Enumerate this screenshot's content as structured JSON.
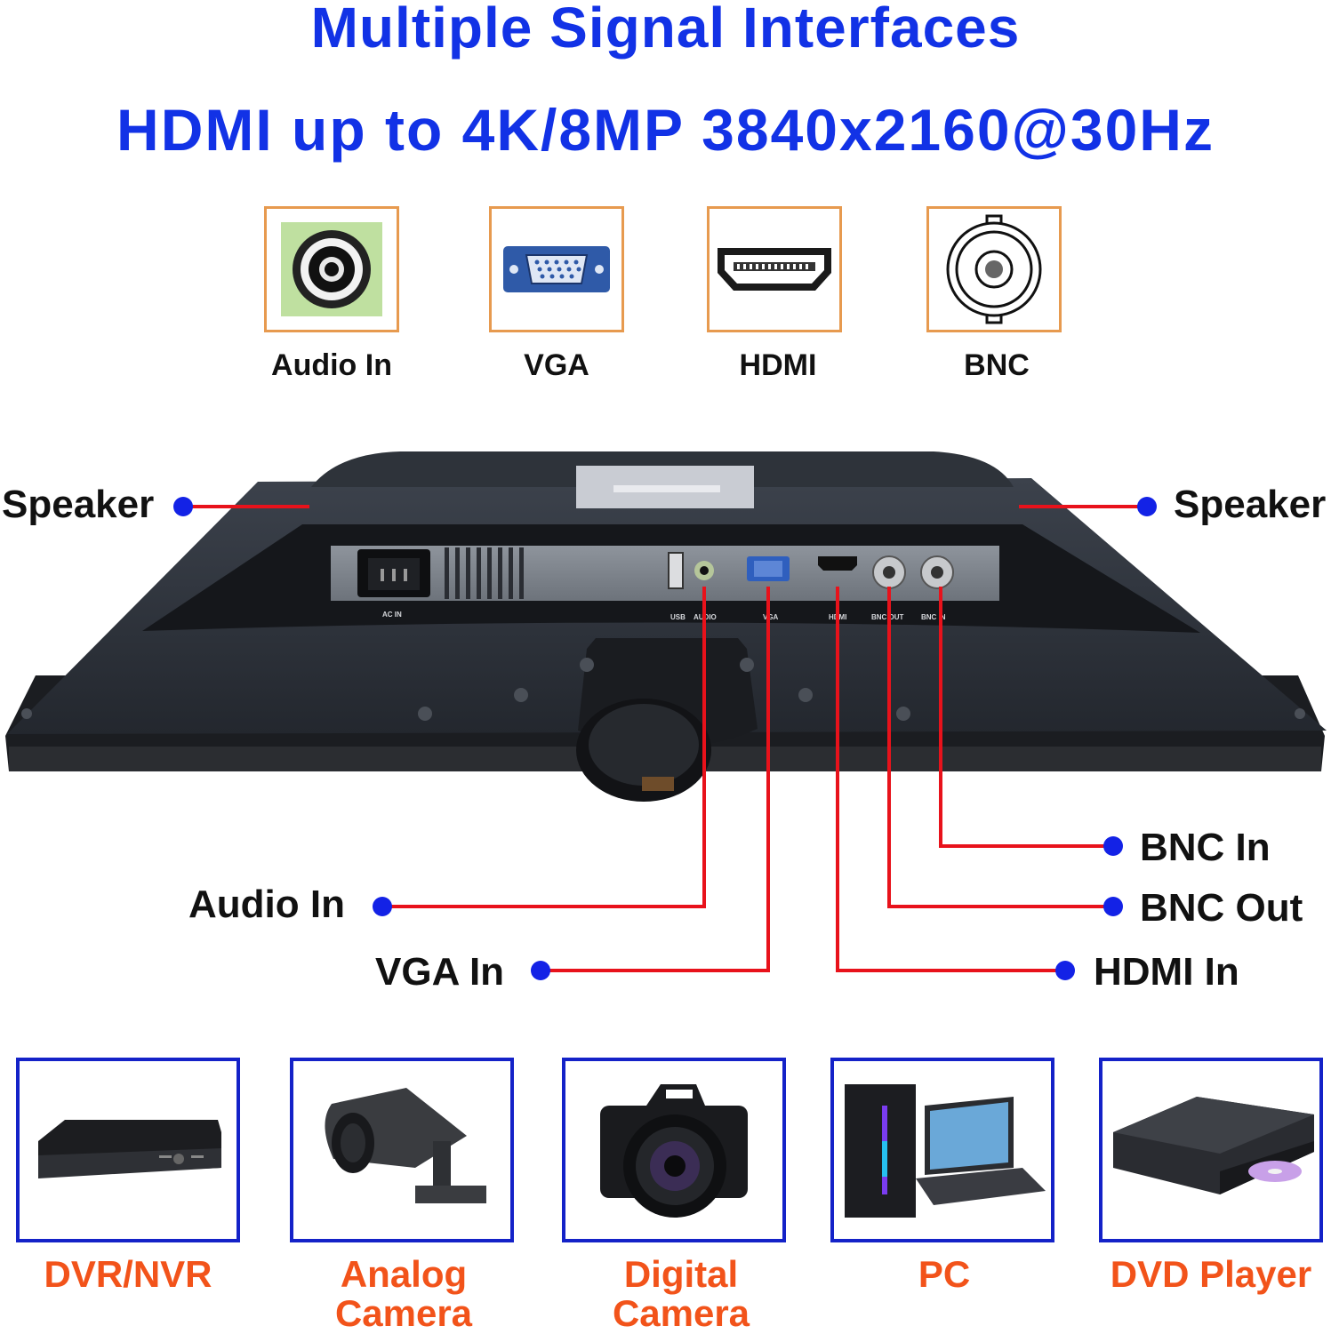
{
  "header": {
    "title": "Multiple Signal Interfaces",
    "subtitle": "HDMI up to 4K/8MP 3840x2160@30Hz"
  },
  "interfaces": [
    {
      "label": "Audio In",
      "icon": "audio-jack-icon"
    },
    {
      "label": "VGA",
      "icon": "vga-port-icon"
    },
    {
      "label": "HDMI",
      "icon": "hdmi-port-icon"
    },
    {
      "label": "BNC",
      "icon": "bnc-connector-icon"
    }
  ],
  "monitor": {
    "port_labels": [
      "AC IN",
      "USB",
      "AUDIO",
      "VGA",
      "HDMI",
      "BNC OUT",
      "BNC IN"
    ]
  },
  "callouts": {
    "speaker_left": "Speaker",
    "speaker_right": "Speaker",
    "audio_in": "Audio In",
    "vga_in": "VGA In",
    "bnc_in": "BNC In",
    "bnc_out": "BNC Out",
    "hdmi_in": "HDMI In"
  },
  "devices": [
    {
      "label": "DVR/NVR",
      "icon": "dvr-recorder-icon"
    },
    {
      "label": "Analog Camera",
      "icon": "bullet-camera-icon"
    },
    {
      "label": "Digital Camera",
      "icon": "dslr-camera-icon"
    },
    {
      "label": "PC",
      "icon": "desktop-laptop-icon"
    },
    {
      "label": "DVD Player",
      "icon": "dvd-player-icon"
    }
  ],
  "colors": {
    "title": "#1232e6",
    "callout_line": "#e8121b",
    "callout_dot": "#1322e6",
    "interface_border": "#e79a4f",
    "device_border": "#1422c8",
    "device_label": "#f2531a"
  }
}
